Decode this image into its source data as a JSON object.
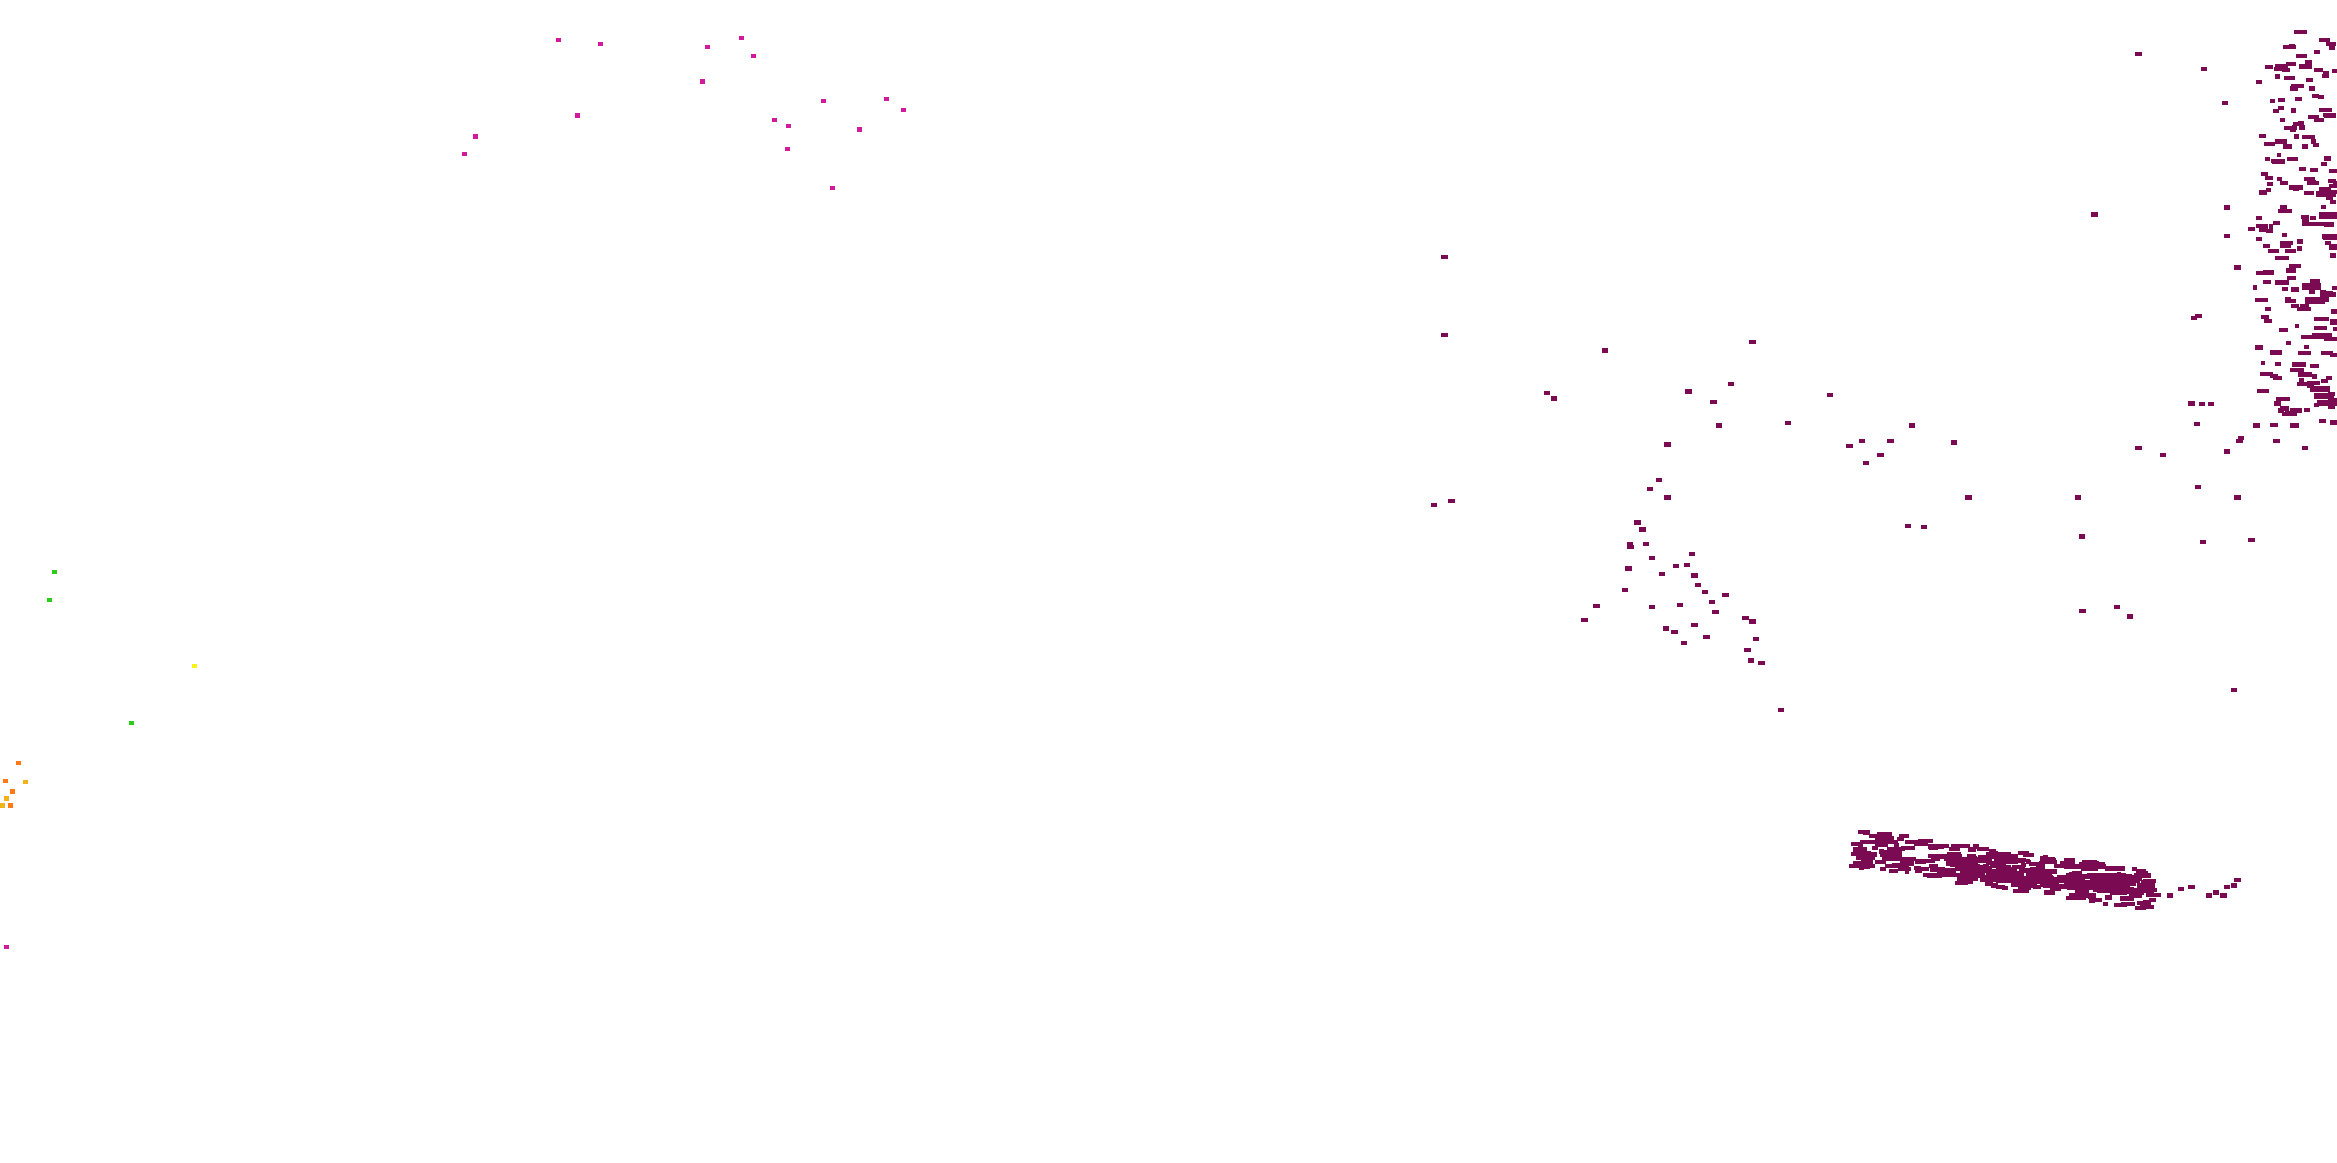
{
  "colors": {
    "background": "#ffffff",
    "magenta": "#d21a9c",
    "plum": "#7a0a52",
    "green": "#2ecc1a",
    "yellow": "#f7f21a",
    "orange": "#ff7a14",
    "amber": "#f2b21a"
  },
  "layers": [
    {
      "name": "scatter-magenta-north",
      "color_key": "magenta"
    },
    {
      "name": "cluster-plum-east",
      "color_key": "plum"
    },
    {
      "name": "cluster-plum-southeast-band",
      "color_key": "plum"
    },
    {
      "name": "scatter-green-west",
      "color_key": "green"
    },
    {
      "name": "scatter-yellow-west",
      "color_key": "yellow"
    },
    {
      "name": "cluster-orange-southwest",
      "color_key": "orange"
    }
  ]
}
